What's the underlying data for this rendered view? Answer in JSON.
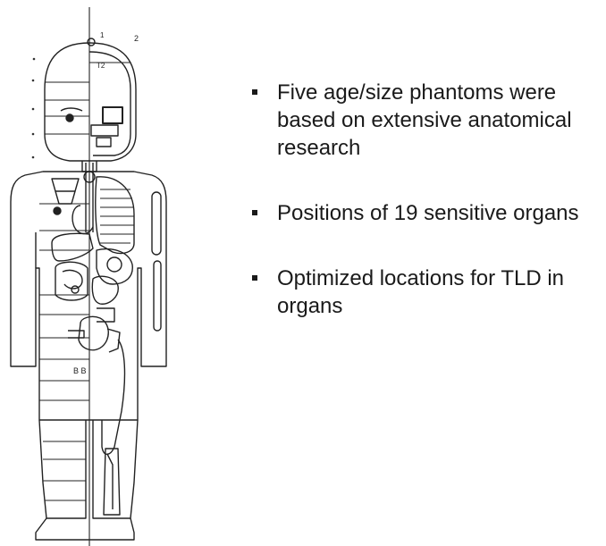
{
  "bullets": [
    {
      "text": "Five age/size phantoms were based on extensive anatomical research"
    },
    {
      "text": "Positions of 19 sensitive organs"
    },
    {
      "text": "Optimized locations for TLD in organs"
    }
  ],
  "figure": {
    "markers": {
      "top_right_1": "1",
      "top_right_2": "2",
      "head_label": "T2"
    }
  },
  "colors": {
    "ink": "#1a1a1a",
    "background": "#ffffff"
  }
}
